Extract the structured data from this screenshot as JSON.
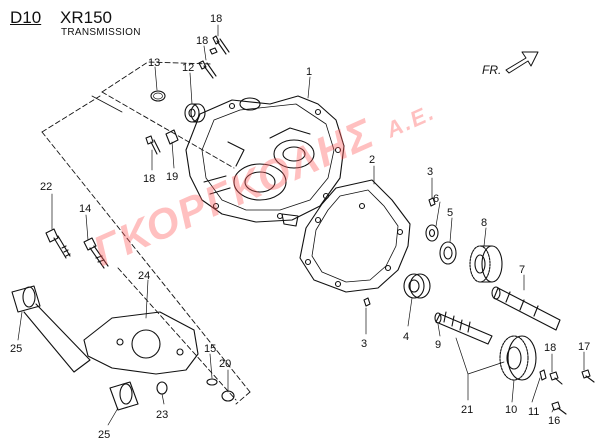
{
  "header": {
    "section_code": "D10",
    "model": "XR150",
    "subtitle": "TRANSMISSION"
  },
  "direction": {
    "label": "FR."
  },
  "watermark": {
    "text": "ΓΚΟΡΓΚΟΛΗΣ",
    "suffix": "Α.Ε."
  },
  "callouts": [
    "18",
    "18",
    "12",
    "13",
    "1",
    "18",
    "19",
    "22",
    "14",
    "2",
    "3",
    "6",
    "5",
    "8",
    "7",
    "24",
    "4",
    "3",
    "9",
    "15",
    "20",
    "18",
    "17",
    "25",
    "25",
    "23",
    "21",
    "10",
    "11",
    "16"
  ],
  "colors": {
    "line": "#111111",
    "watermark": "#ff5a5a"
  },
  "icons": [
    "direction-arrow-icon"
  ]
}
